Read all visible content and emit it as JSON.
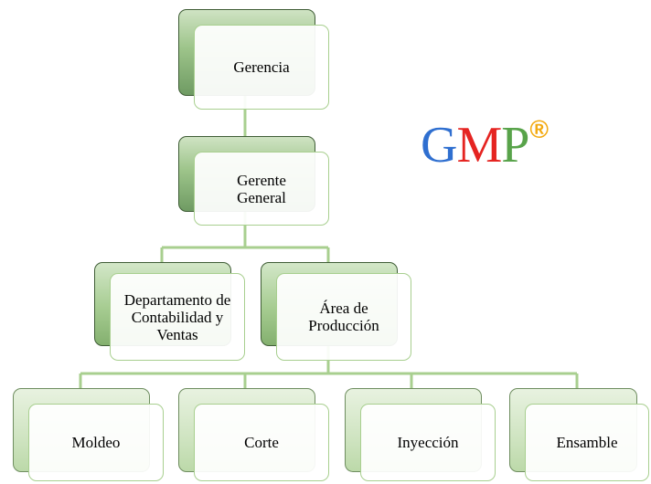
{
  "logo": {
    "text": "GMP®",
    "letters": [
      {
        "char": "G",
        "color": "#2f6fd0"
      },
      {
        "char": "M",
        "color": "#e52421"
      },
      {
        "char": "P",
        "color": "#58a34a"
      },
      {
        "char": "®",
        "color": "#f3a90f"
      }
    ]
  },
  "org_chart": {
    "root": {
      "label": "Gerencia",
      "child": {
        "label": "Gerente General",
        "children": [
          {
            "label": "Departamento de Contabilidad y Ventas"
          },
          {
            "label": "Área de Producción",
            "children": [
              {
                "label": "Moldeo"
              },
              {
                "label": "Corte"
              },
              {
                "label": "Inyección"
              },
              {
                "label": "Ensamble"
              }
            ]
          }
        ]
      }
    }
  },
  "colors": {
    "connector": "#a8cf8f",
    "box_border_dark": "#3f5d36",
    "box_border_light": "#a8cf8f"
  }
}
